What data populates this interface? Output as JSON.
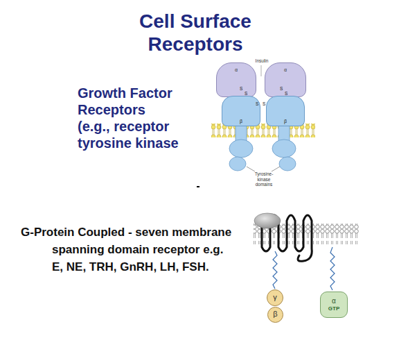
{
  "diagram": {
    "title": "Cell Surface Receptors",
    "nodes": [
      {
        "text": [
          "α"
        ]
      },
      {
        "text": [
          "α"
        ]
      },
      {
        "text": [
          "β"
        ]
      },
      {
        "text": [
          "β"
        ]
      },
      {
        "text": [
          "γ"
        ]
      },
      {
        "text": [
          "β"
        ]
      },
      {
        "text": [
          "α",
          "GTP"
        ]
      }
    ],
    "labels": [
      "Growth Factor Receptors (e.g., receptor tyrosine kinase",
      "Insulin",
      "S",
      "S",
      "S",
      "S",
      "S",
      "S",
      "Tyrosine- kinase domains",
      "G-Protein Coupled - seven membrane spanning domain receptor e.g. E, NE, TRH, GnRH, LH, FSH."
    ]
  }
}
